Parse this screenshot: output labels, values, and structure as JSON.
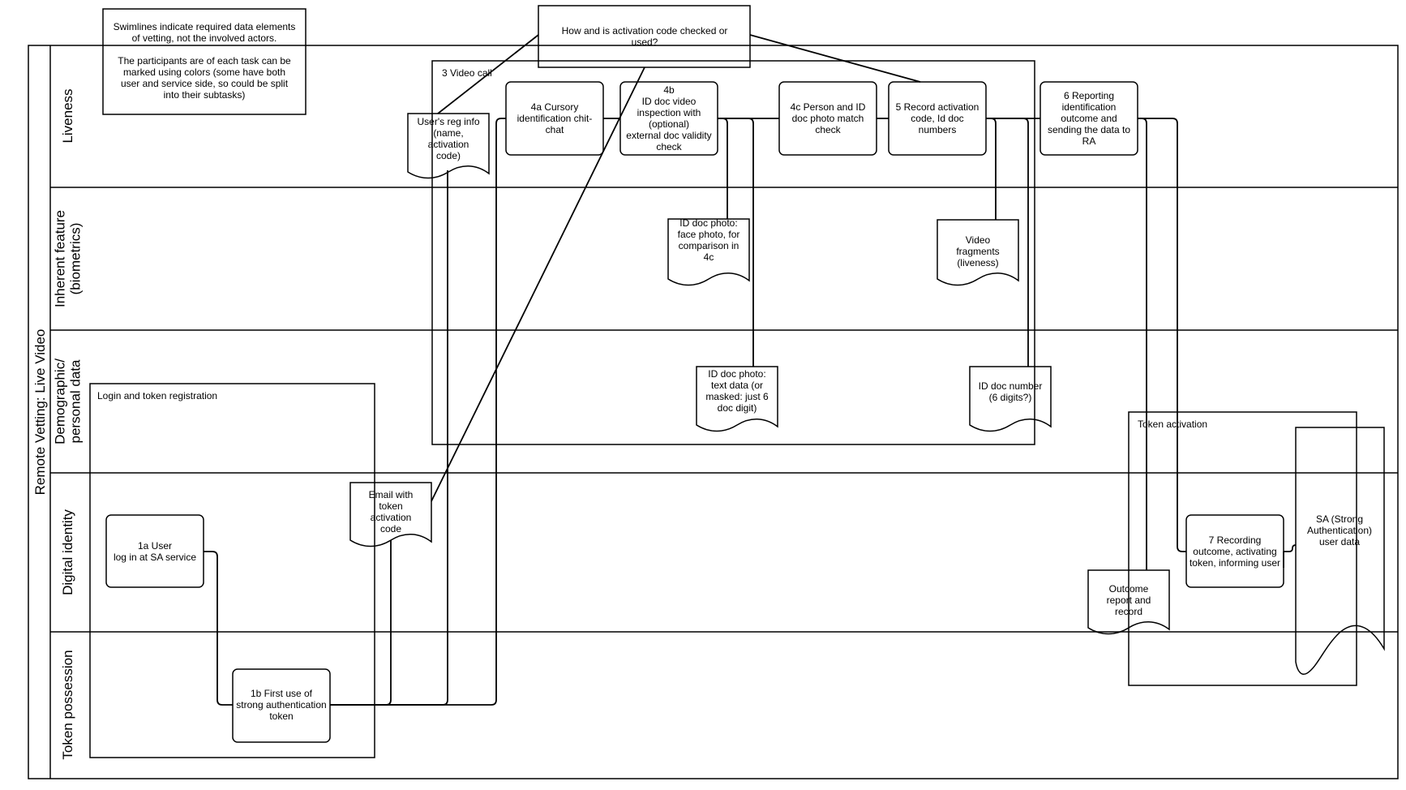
{
  "diagram": {
    "pool_title": "Remote Vetting: Live Video",
    "lanes": [
      {
        "id": "liveness",
        "lines": [
          "Liveness"
        ]
      },
      {
        "id": "inherent",
        "lines": [
          "Inherent feature",
          "(biometrics)"
        ]
      },
      {
        "id": "demographic",
        "lines": [
          "Demographic/",
          "personal data"
        ]
      },
      {
        "id": "digital",
        "lines": [
          "Digital identity"
        ]
      },
      {
        "id": "token",
        "lines": [
          "Token possession"
        ]
      }
    ],
    "groups": {
      "video_call": "3 Video call",
      "login": "Login and token registration",
      "token_activation": "Token activation"
    },
    "notes": {
      "swimlanes": [
        "Swimlines indicate required data elements",
        "of vetting, not the involved actors.",
        "",
        "The participants are of each task can be",
        "marked using colors (some have both",
        "user and service side, so could be split",
        "into their subtasks)"
      ],
      "question": [
        "How and is activation code checked or",
        "used?"
      ]
    },
    "tasks": {
      "t1a": [
        "1a User",
        "log in at SA  service"
      ],
      "t1b": [
        "1b First use of",
        "strong authentication",
        "token"
      ],
      "t4a": [
        "4a Cursory",
        "identification chit-",
        "chat"
      ],
      "t4b": [
        "4b",
        "ID doc video",
        "inspection with",
        "(optional)",
        "external doc validity",
        "check"
      ],
      "t4c": [
        "4c Person and ID",
        "doc photo match",
        "check"
      ],
      "t5": [
        "5 Record activation",
        "code, Id doc",
        "numbers"
      ],
      "t6": [
        "6 Reporting",
        "identification",
        "outcome and",
        "sending the data to",
        "RA"
      ],
      "t7": [
        "7 Recording",
        "outcome, activating",
        "token, informing user"
      ]
    },
    "documents": {
      "email": [
        "Email with",
        "token",
        "activation",
        "code"
      ],
      "reginfo": [
        "User's reg info",
        "(name,",
        "activation",
        "code)"
      ],
      "facephoto": [
        "ID doc photo:",
        "face photo, for",
        "comparison in",
        "4c"
      ],
      "textdata": [
        "ID doc photo:",
        "text data (or",
        "masked: just 6",
        "doc digit)"
      ],
      "video": [
        "Video",
        "fragments",
        "(liveness)"
      ],
      "docnumber": [
        "ID doc number",
        "(6 digits?)"
      ],
      "outcome": [
        "Outcome",
        "report and",
        "record"
      ],
      "sa": [
        "SA  (Strong",
        "Authentication)",
        "user data"
      ]
    }
  }
}
